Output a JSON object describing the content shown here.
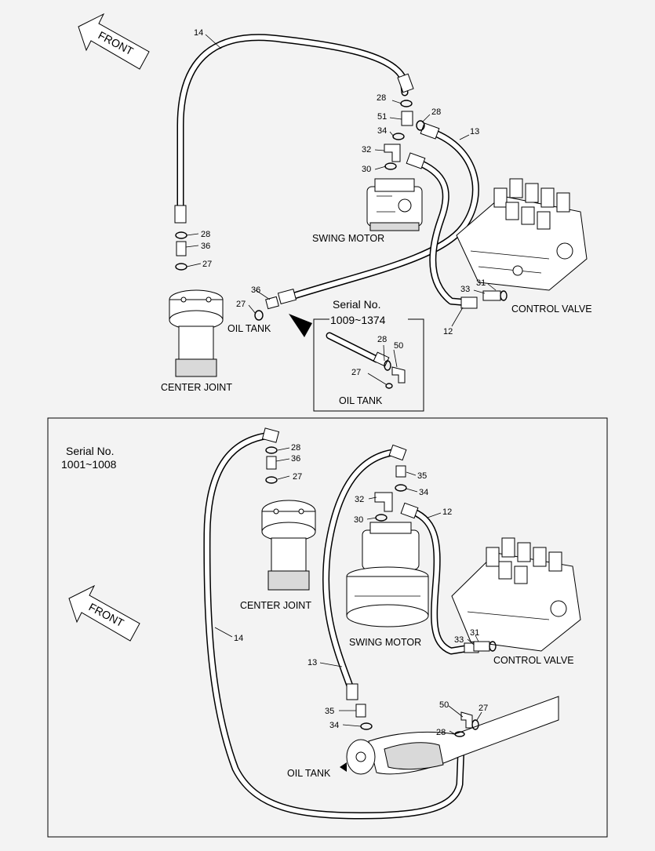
{
  "upper": {
    "front_label": "FRONT",
    "serial_title": "Serial No.",
    "serial_range": "1009~1374",
    "swing_motor": "SWING MOTOR",
    "control_valve": "CONTROL VALVE",
    "center_joint": "CENTER JOINT",
    "oil_tank": "OIL TANK",
    "inset_oil_tank": "OIL TANK",
    "callouts": {
      "p14": "14",
      "p28a": "28",
      "p51": "51",
      "p28b": "28",
      "p34": "34",
      "p13": "13",
      "p32": "32",
      "p30": "30",
      "p28c": "28",
      "p36a": "36",
      "p27a": "27",
      "p36b": "36",
      "p27b": "27",
      "p33": "33",
      "p31": "31",
      "p12": "12",
      "i28": "28",
      "i50": "50",
      "i27": "27"
    }
  },
  "lower": {
    "serial_title": "Serial No.",
    "serial_range": "1001~1008",
    "front_label": "FRONT",
    "center_joint": "CENTER JOINT",
    "swing_motor": "SWING MOTOR",
    "control_valve": "CONTROL VALVE",
    "oil_tank": "OIL TANK",
    "callouts": {
      "p28a": "28",
      "p36": "36",
      "p27a": "27",
      "p35a": "35",
      "p34a": "34",
      "p32": "32",
      "p12": "12",
      "p30": "30",
      "p14": "14",
      "p31": "31",
      "p33": "33",
      "p13": "13",
      "p35b": "35",
      "p34b": "34",
      "p50": "50",
      "p27b": "27",
      "p28b": "28"
    }
  }
}
